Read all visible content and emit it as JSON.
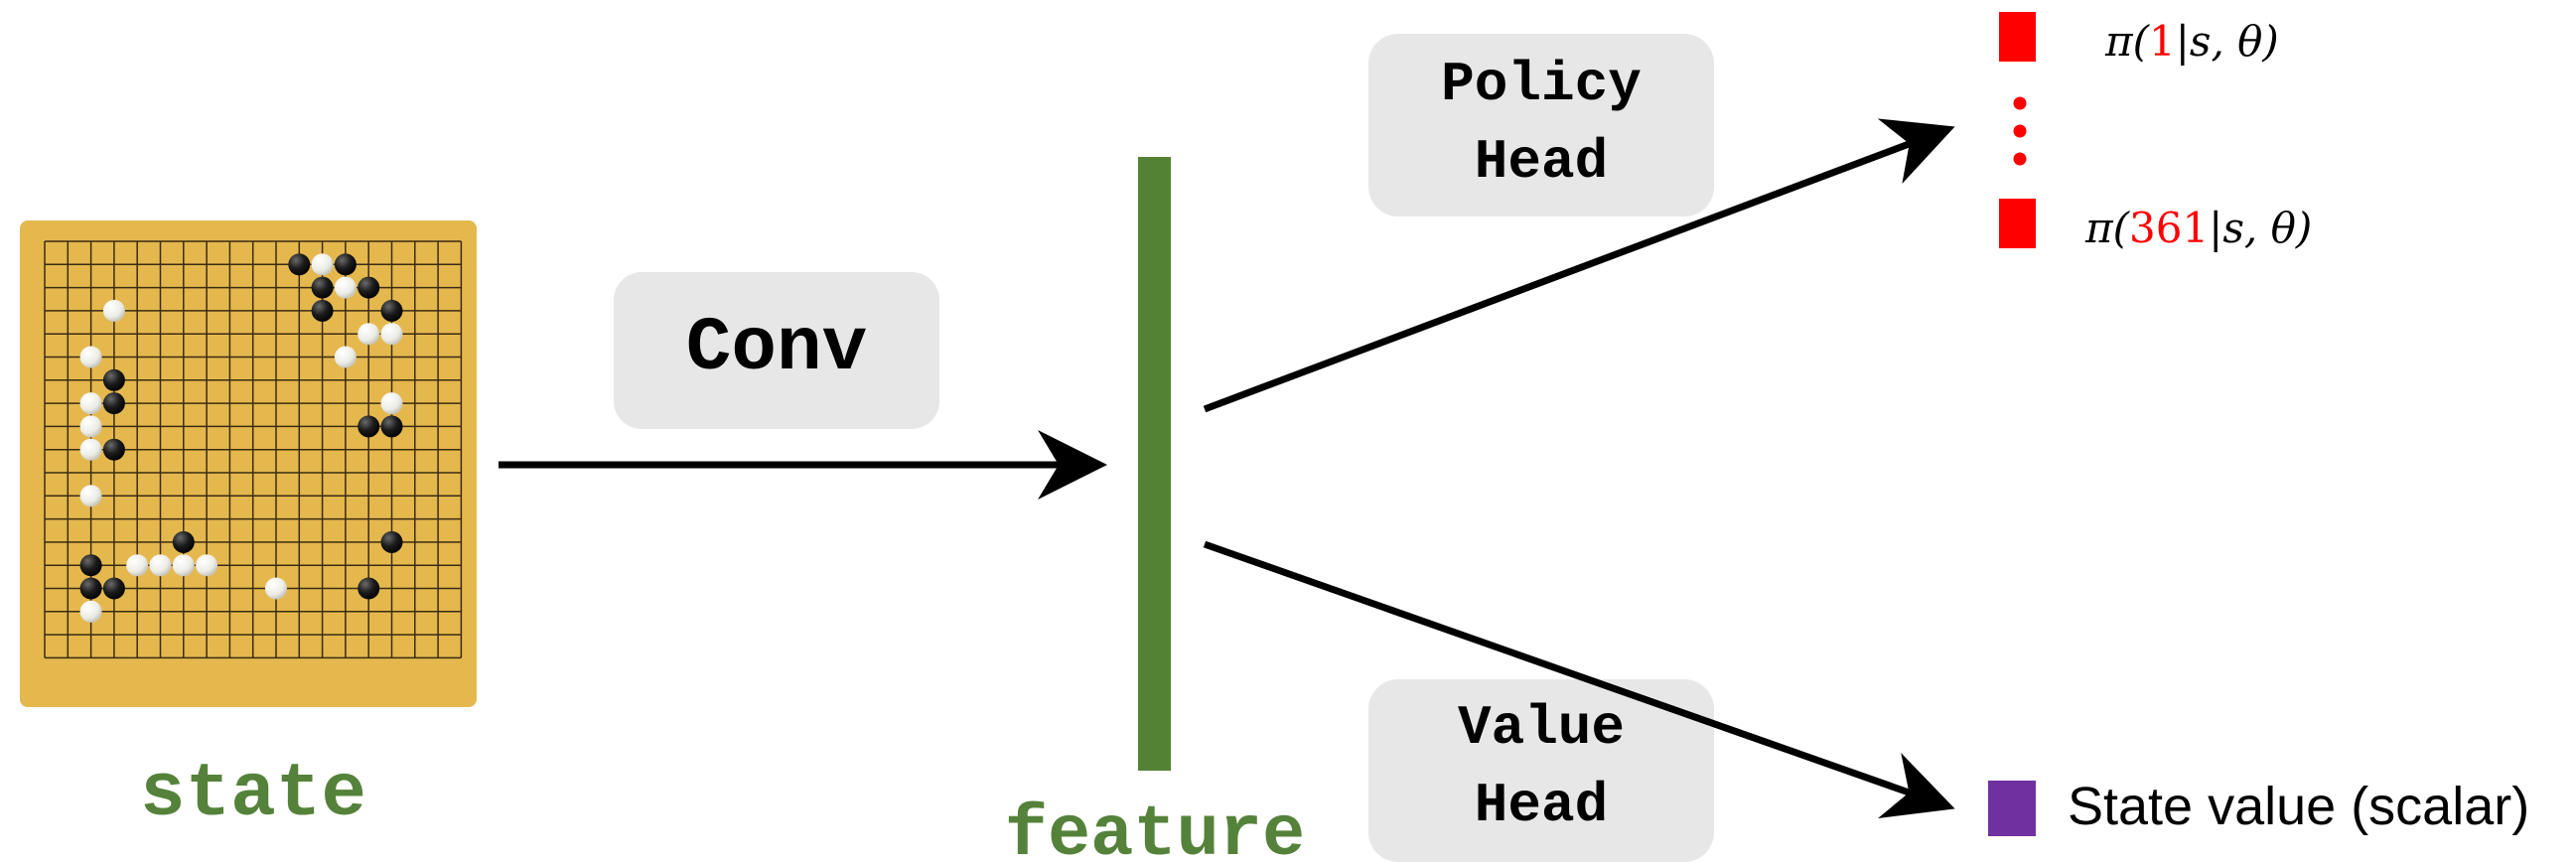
{
  "labels": {
    "state": "state",
    "conv": "Conv",
    "feature": "feature",
    "policy_head_line1": "Policy",
    "policy_head_line2": "Head",
    "value_head_line1": "Value",
    "value_head_line2": "Head",
    "state_value": "State value (scalar)"
  },
  "policy_outputs": {
    "top": {
      "prefix": "π(",
      "index": "1",
      "suffix": "|s, θ)"
    },
    "bottom": {
      "prefix": "π(",
      "index": "361",
      "suffix": "|s, θ)"
    },
    "ellipsis_dots": 3
  },
  "board": {
    "size": 19,
    "black": [
      [
        11,
        1
      ],
      [
        13,
        1
      ],
      [
        12,
        2
      ],
      [
        14,
        2
      ],
      [
        12,
        3
      ],
      [
        15,
        3
      ],
      [
        3,
        6
      ],
      [
        3,
        7
      ],
      [
        14,
        8
      ],
      [
        15,
        8
      ],
      [
        3,
        9
      ],
      [
        6,
        13
      ],
      [
        2,
        14
      ],
      [
        2,
        15
      ],
      [
        3,
        15
      ],
      [
        15,
        13
      ],
      [
        14,
        15
      ]
    ],
    "white": [
      [
        12,
        1
      ],
      [
        13,
        2
      ],
      [
        3,
        3
      ],
      [
        14,
        4
      ],
      [
        15,
        4
      ],
      [
        13,
        5
      ],
      [
        2,
        5
      ],
      [
        2,
        7
      ],
      [
        15,
        7
      ],
      [
        2,
        8
      ],
      [
        2,
        9
      ],
      [
        2,
        11
      ],
      [
        6,
        14
      ],
      [
        5,
        14
      ],
      [
        7,
        14
      ],
      [
        10,
        15
      ],
      [
        2,
        16
      ],
      [
        4,
        14
      ]
    ]
  },
  "colors": {
    "label_green": "#55823a",
    "feature_bar": "#548235",
    "head_box": "#e7e7e7",
    "policy_square": "#ff0000",
    "value_square": "#7030a0",
    "highlight": "#ff0000",
    "arrow": "#000000",
    "board": "#e5b84e",
    "board_lines": "#3a2c12"
  },
  "icons": {
    "board": "go-board-icon",
    "policy_square": "red-square-icon",
    "value_square": "purple-square-icon"
  }
}
